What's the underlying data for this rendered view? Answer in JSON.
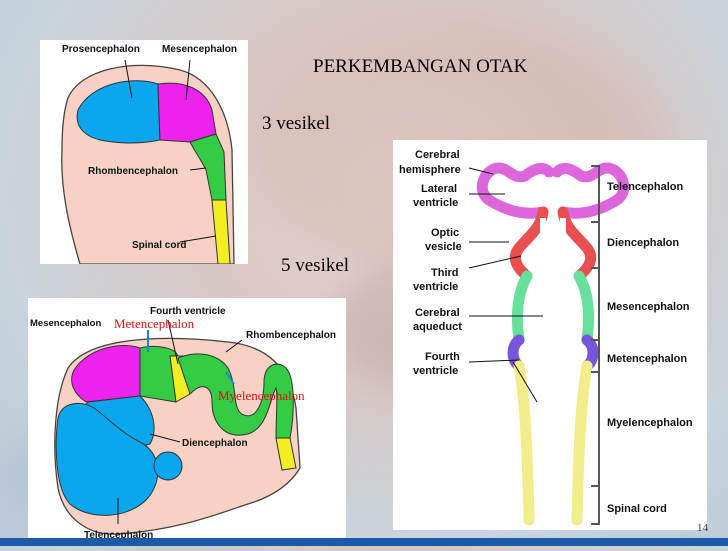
{
  "slide": {
    "title": "PERKEMBANGAN OTAK",
    "label_3": "3 vesikel",
    "label_5": "5 vesikel",
    "page_number": "14"
  },
  "fig1": {
    "prosencephalon": "Prosencephalon",
    "mesencephalon": "Mesencephalon",
    "rhombencephalon": "Rhombencephalon",
    "spinal_cord": "Spinal cord"
  },
  "fig2": {
    "mesencephalon": "Mesencephalon",
    "metencephalon": "Metencephalon",
    "fourth_ventricle": "Fourth ventricle",
    "rhombencephalon": "Rhombencephalon",
    "myelencephalon": "Myelencephalon",
    "diencephalon": "Diencephalon",
    "telencephalon": "Telencephalon"
  },
  "fig3": {
    "cerebral_hemisphere_1": "Cerebral",
    "cerebral_hemisphere_2": "hemisphere",
    "lateral_ventricle_1": "Lateral",
    "lateral_ventricle_2": "ventricle",
    "optic_vesicle_1": "Optic",
    "optic_vesicle_2": "vesicle",
    "third_ventricle_1": "Third",
    "third_ventricle_2": "ventricle",
    "cerebral_aqueduct_1": "Cerebral",
    "cerebral_aqueduct_2": "aqueduct",
    "fourth_ventricle_1": "Fourth",
    "fourth_ventricle_2": "ventricle",
    "telencephalon": "Telencephalon",
    "diencephalon": "Diencephalon",
    "mesencephalon": "Mesencephalon",
    "metencephalon": "Metencephalon",
    "myelencephalon": "Myelencephalon",
    "spinal_cord": "Spinal cord"
  },
  "colors": {
    "blue": "#0aa7ee",
    "magenta": "#ee22ee",
    "green": "#33cc44",
    "yellow": "#f2ee22",
    "skin": "#f7d2c4",
    "pink_lilac": "#dd66dd",
    "red": "#e94f4f",
    "teal_green": "#66e09a",
    "purple": "#7755dd",
    "pale_yellow": "#f3ec8a"
  }
}
